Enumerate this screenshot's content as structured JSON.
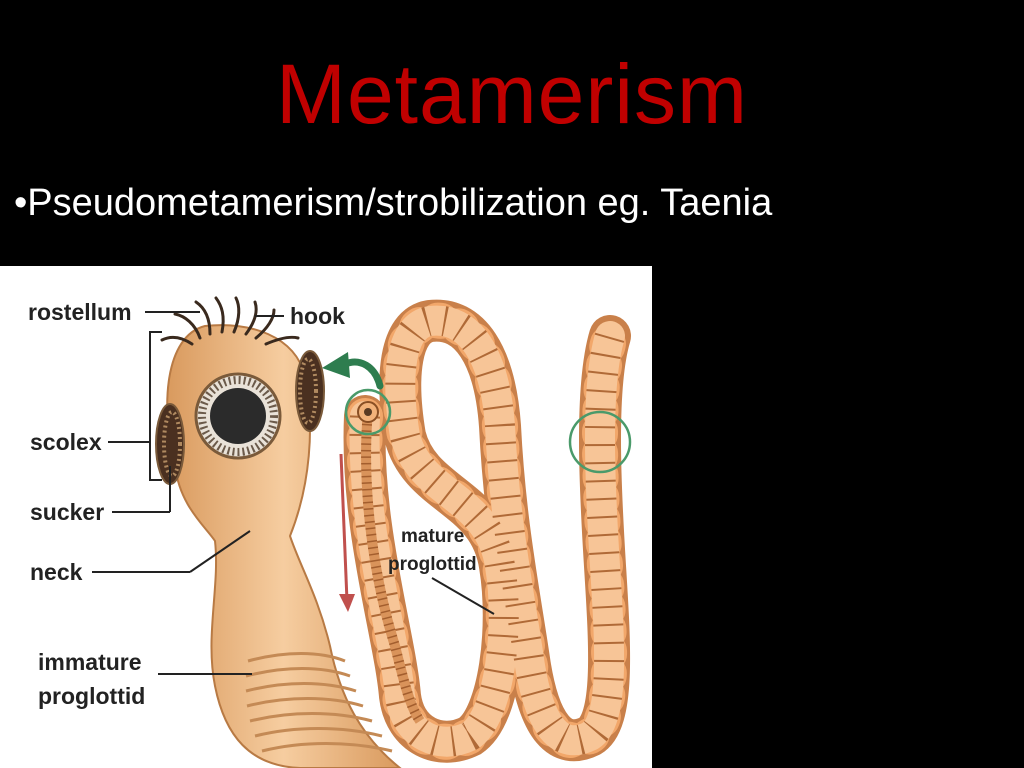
{
  "slide": {
    "title": "Metamerism",
    "bullet": "•Pseudometamerism/strobilization eg. Taenia"
  },
  "diagram": {
    "labels": {
      "rostellum": "rostellum",
      "hook": "hook",
      "scolex": "scolex",
      "sucker": "sucker",
      "neck": "neck",
      "immature_1": "immature",
      "immature_2": "proglottid",
      "mature_1": "mature",
      "mature_2": "proglottid"
    },
    "colors": {
      "title": "#c00000",
      "body": "#f0b882",
      "segment": "#f2a76a",
      "arrow_green": "#2e7d4f",
      "arrow_red": "#c0504d"
    }
  }
}
